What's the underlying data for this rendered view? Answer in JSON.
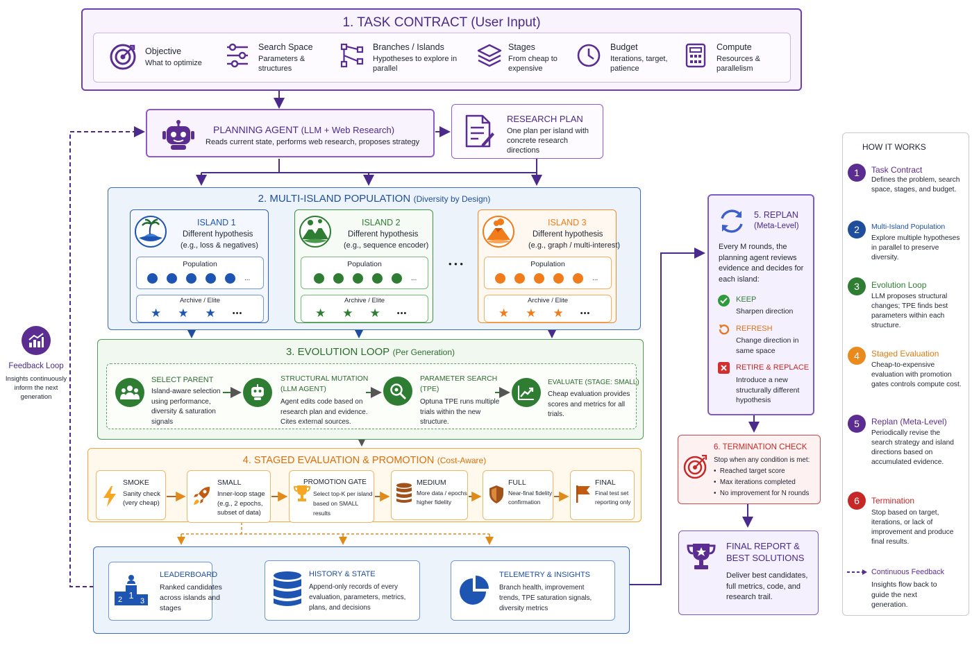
{
  "colors": {
    "purple": "#5b2d91",
    "blue": "#1f4e9c",
    "green": "#2e7d32",
    "orange": "#e07b13",
    "red": "#c62828",
    "island1": "#1e55b3",
    "island2": "#2e7d32",
    "island3": "#f07c1b"
  },
  "task": {
    "title": "1. TASK CONTRACT (User Input)",
    "items": [
      {
        "icon": "target-icon",
        "label": "Objective",
        "desc": "What to optimize"
      },
      {
        "icon": "sliders-icon",
        "label": "Search Space",
        "desc": "Parameters & structures"
      },
      {
        "icon": "branches-icon",
        "label": "Branches / Islands",
        "desc": "Hypotheses to explore in parallel"
      },
      {
        "icon": "layers-icon",
        "label": "Stages",
        "desc": "From cheap to expensive"
      },
      {
        "icon": "clock-icon",
        "label": "Budget",
        "desc": "Iterations, target, patience"
      },
      {
        "icon": "calculator-icon",
        "label": "Compute",
        "desc": "Resources & parallelism"
      }
    ]
  },
  "planning": {
    "title": "PLANNING AGENT",
    "title_suffix": "(LLM + Web Research)",
    "desc": "Reads current state, performs web research, proposes strategy"
  },
  "research_plan": {
    "title": "RESEARCH PLAN",
    "desc": "One plan per island with concrete research directions"
  },
  "population": {
    "title": "2.  MULTI-ISLAND POPULATION",
    "subtitle": "(Diversity by Design)",
    "ellipsis": "• • •",
    "islands": [
      {
        "name": "ISLAND 1",
        "hypothesis": "Different hypothesis",
        "detail": "(e.g., loss & negatives)",
        "pop_label": "Population",
        "archive_label": "Archive / Elite",
        "more": "...",
        "stars_more": "•••"
      },
      {
        "name": "ISLAND 2",
        "hypothesis": "Different hypothesis",
        "detail": "(e.g., sequence encoder)",
        "pop_label": "Population",
        "archive_label": "Archive / Elite",
        "more": "...",
        "stars_more": "•••"
      },
      {
        "name": "ISLAND 3",
        "hypothesis": "Different hypothesis",
        "detail": "(e.g., graph / multi-interest)",
        "pop_label": "Population",
        "archive_label": "Archive / Elite",
        "more": "...",
        "stars_more": "•••"
      }
    ]
  },
  "feedback": {
    "title": "Feedback Loop",
    "desc": "Insights continuously inform the next generation"
  },
  "evolution": {
    "title": "3.  EVOLUTION LOOP",
    "subtitle": "(Per Generation)",
    "steps": [
      {
        "title": "SELECT PARENT",
        "desc": "Island-aware selection using performance, diversity & saturation signals"
      },
      {
        "title": "STRUCTURAL MUTATION (LLM AGENT)",
        "desc": "Agent edits code based on research plan and evidence. Cites external sources."
      },
      {
        "title": "PARAMETER SEARCH (TPE)",
        "desc": "Optuna TPE runs multiple trials within the new structure."
      },
      {
        "title": "EVALUATE (STAGE: SMALL)",
        "desc": "Cheap evaluation provides scores and metrics for all trials."
      }
    ]
  },
  "staged": {
    "title": "4.  STAGED EVALUATION & PROMOTION",
    "subtitle": "(Cost-Aware)",
    "stages": [
      {
        "title": "SMOKE",
        "desc": "Sanity check (very cheap)"
      },
      {
        "title": "SMALL",
        "desc": "Inner-loop stage (e.g., 2 epochs, subset of data)"
      },
      {
        "title": "PROMOTION GATE",
        "desc": "Select top-K per island based on SMALL results"
      },
      {
        "title": "MEDIUM",
        "desc": "More data / epochs higher fidelity"
      },
      {
        "title": "FULL",
        "desc": "Near-final fidelity confirmation"
      },
      {
        "title": "FINAL",
        "desc": "Final test set reporting only"
      }
    ]
  },
  "storage": {
    "items": [
      {
        "title": "LEADERBOARD",
        "desc": "Ranked candidates across islands and stages"
      },
      {
        "title": "HISTORY & STATE",
        "desc": "Append-only records of every evaluation, parameters, metrics, plans, and decisions"
      },
      {
        "title": "TELEMETRY & INSIGHTS",
        "desc": "Branch health, improvement trends, TPE saturation signals, diversity metrics"
      }
    ],
    "podium_numbers": [
      "2",
      "1",
      "3"
    ]
  },
  "replan": {
    "title": "5. REPLAN",
    "subtitle": "(Meta-Level)",
    "desc": "Every M rounds, the planning agent reviews evidence and decides for each island:",
    "options": [
      {
        "title": "KEEP",
        "desc": "Sharpen direction"
      },
      {
        "title": "REFRESH",
        "desc": "Change direction in same space"
      },
      {
        "title": "RETIRE & REPLACE",
        "desc": "Introduce a new structurally different hypothesis"
      }
    ]
  },
  "termination": {
    "title": "6. TERMINATION CHECK",
    "lead": "Stop when any condition is met:",
    "conditions": [
      "Reached target score",
      "Max iterations completed",
      "No improvement for N rounds"
    ]
  },
  "final_report": {
    "title": "FINAL REPORT & BEST SOLUTIONS",
    "desc": "Deliver best candidates, full metrics, code, and research trail."
  },
  "how": {
    "title": "HOW IT WORKS",
    "items": [
      {
        "num": "1",
        "title": "Task Contract",
        "desc": "Defines the problem, search space, stages, and budget."
      },
      {
        "num": "2",
        "title": "Multi-Island Population",
        "desc": "Explore multiple hypotheses in parallel to preserve diversity."
      },
      {
        "num": "3",
        "title": "Evolution Loop",
        "desc": "LLM proposes structural changes; TPE finds best parameters within each structure."
      },
      {
        "num": "4",
        "title": "Staged Evaluation",
        "desc": "Cheap-to-expensive evaluation with promotion gates controls compute cost."
      },
      {
        "num": "5",
        "title": "Replan (Meta-Level)",
        "desc": "Periodically revise the search strategy and island directions based on accumulated evidence."
      },
      {
        "num": "6",
        "title": "Termination",
        "desc": "Stop based on target, iterations, or lack of improvement and produce final results."
      }
    ],
    "feedback_title": "Continuous Feedback",
    "feedback_desc": "Insights flow back to guide the next generation."
  }
}
